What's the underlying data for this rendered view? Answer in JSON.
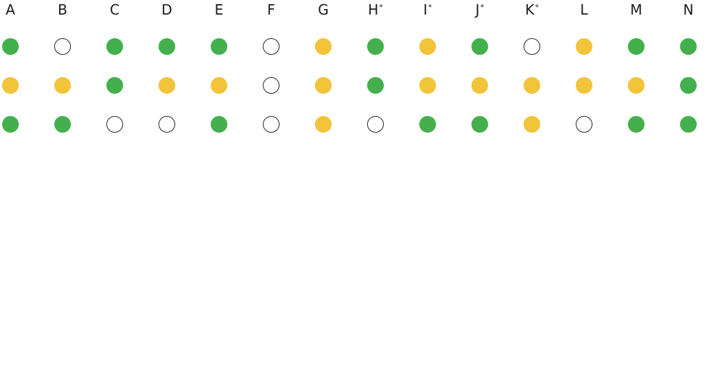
{
  "legend_colors": {
    "green": "#44b04d",
    "yellow": "#f1c43a",
    "empty": "#ffffff"
  },
  "columns": [
    {
      "label": "A",
      "sup": "",
      "dots": [
        "green",
        "yellow",
        "green"
      ]
    },
    {
      "label": "B",
      "sup": "",
      "dots": [
        "empty",
        "yellow",
        "green"
      ]
    },
    {
      "label": "C",
      "sup": "",
      "dots": [
        "green",
        "green",
        "empty"
      ]
    },
    {
      "label": "D",
      "sup": "",
      "dots": [
        "green",
        "yellow",
        "empty"
      ]
    },
    {
      "label": "E",
      "sup": "",
      "dots": [
        "green",
        "yellow",
        "green"
      ]
    },
    {
      "label": "F",
      "sup": "",
      "dots": [
        "empty",
        "empty",
        "empty"
      ]
    },
    {
      "label": "G",
      "sup": "",
      "dots": [
        "yellow",
        "yellow",
        "yellow"
      ]
    },
    {
      "label": "H",
      "sup": "*",
      "dots": [
        "green",
        "green",
        "empty"
      ]
    },
    {
      "label": "I",
      "sup": "*",
      "dots": [
        "yellow",
        "yellow",
        "green"
      ]
    },
    {
      "label": "J",
      "sup": "*",
      "dots": [
        "green",
        "yellow",
        "green"
      ]
    },
    {
      "label": "K",
      "sup": "*",
      "dots": [
        "empty",
        "yellow",
        "yellow"
      ]
    },
    {
      "label": "L",
      "sup": "",
      "dots": [
        "yellow",
        "yellow",
        "empty"
      ]
    },
    {
      "label": "M",
      "sup": "",
      "dots": [
        "green",
        "yellow",
        "green"
      ]
    },
    {
      "label": "N",
      "sup": "",
      "dots": [
        "green",
        "green",
        "green"
      ]
    }
  ]
}
